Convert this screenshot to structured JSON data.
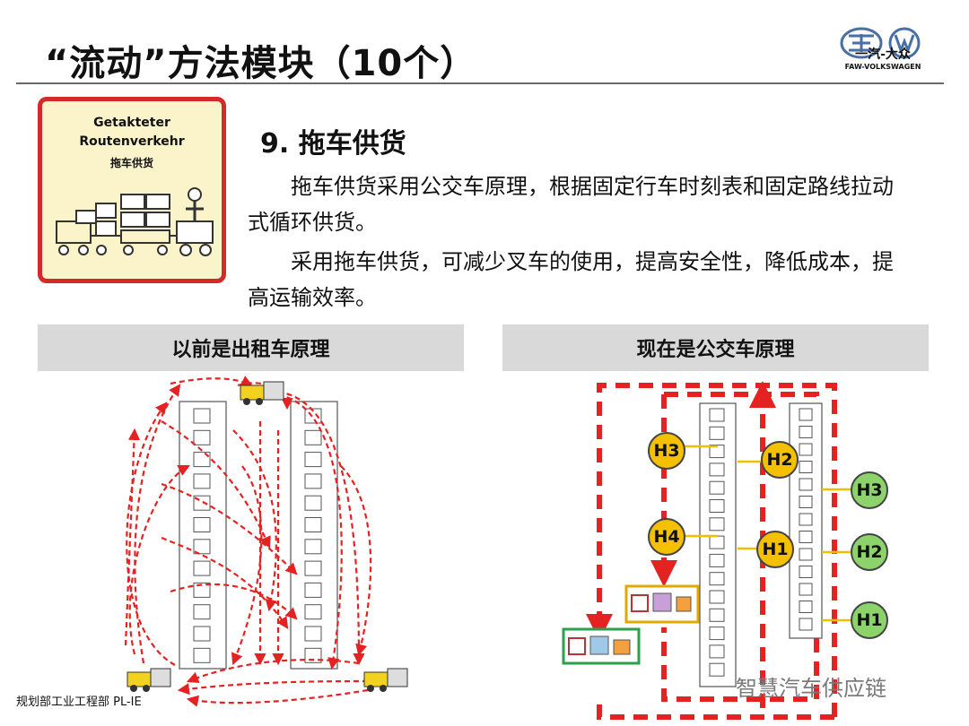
{
  "header": {
    "title": "“流动”方法模块（10个）"
  },
  "logo": {
    "cn": "一汽-大众",
    "en": "FAW-VOLKSWAGEN",
    "brand_color": "#4a6fa5"
  },
  "icon_card": {
    "line1": "Getakteter",
    "line2": "Routenverkehr",
    "line3": "拖车供货",
    "border_color": "#d32a2a",
    "bg_color": "#fbf3c9"
  },
  "section": {
    "heading": "9.  拖车供货",
    "para1": "　　拖车供货采用公交车原理，根据固定行车时刻表和固定路线拉动式循环供货。",
    "para2": "　　采用拖车供货，可减少叉车的使用，提高安全性，降低成本，提高运输效率。"
  },
  "panels": {
    "left_label": "以前是出租车原理",
    "right_label": "现在是公交车原理"
  },
  "stations": {
    "yellow": [
      "H3",
      "H2",
      "H4",
      "H1"
    ],
    "green": [
      "H3",
      "H2",
      "H1"
    ]
  },
  "footer": {
    "text": "规划部工业工程部 PL-IE"
  },
  "watermark": {
    "text": "智慧汽车供应链"
  }
}
